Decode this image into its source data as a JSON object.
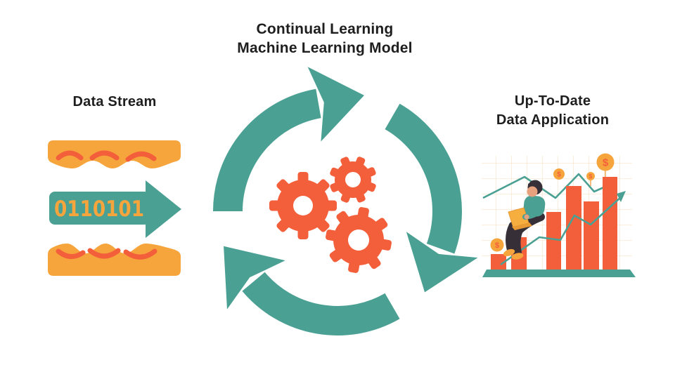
{
  "diagram": {
    "center_title_line1": "Continual Learning",
    "center_title_line2": "Machine Learning Model"
  },
  "left_section": {
    "label": "Data Stream",
    "binary_text": "0110101",
    "icon": "data-stream-bands-arrow-icon"
  },
  "center_section": {
    "icon": "continual-cycle-arrows-icon",
    "gears_icon": "gears-icon"
  },
  "right_section": {
    "label_line1": "Up-To-Date",
    "label_line2": "Data Application",
    "coin_symbol": "$",
    "icon": "growth-bar-chart-person-icon"
  },
  "colors": {
    "teal": "#4AA093",
    "orange": "#F6A53D",
    "red_orange": "#F45F3B",
    "text_dark": "#1E1E1E"
  }
}
